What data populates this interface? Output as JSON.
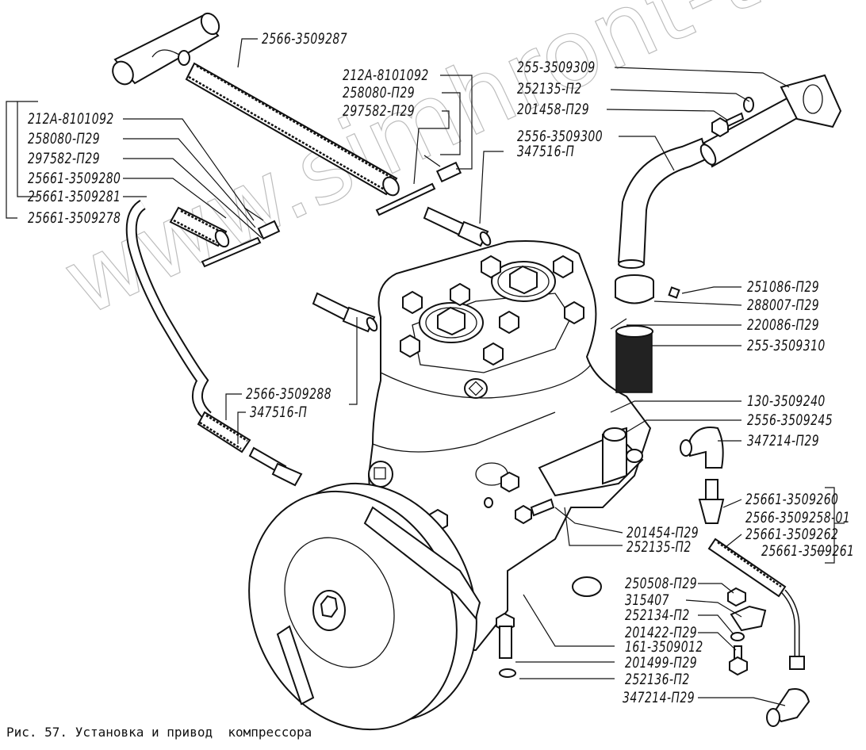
{
  "figure": {
    "caption": "Рис. 57. Установка и привод  компрессора",
    "watermark": "www.simhront-to.kz"
  },
  "labels": {
    "top_hose": "2566-3509287",
    "left_group": [
      "212А-8101092",
      "258080-П29",
      "297582-П29",
      "25661-3509280",
      "25661-3509281",
      "25661-3509278"
    ],
    "mid_group": [
      "212А-8101092",
      "258080-П29",
      "297582-П29"
    ],
    "fitting_top": "347516-П",
    "right_top": [
      "255-3509309",
      "252135-П2",
      "201458-П29",
      "2556-3509300"
    ],
    "clamp_group": [
      "251086-П29",
      "288007-П29",
      "220086-П29",
      "255-3509310"
    ],
    "right_mid": [
      "130-3509240",
      "2556-3509245",
      "347214-П29"
    ],
    "left_mid": [
      "2566-3509288",
      "347516-П"
    ],
    "right_pipe": [
      "25661-3509260",
      "2566-3509258-01",
      "25661-3509262",
      "25661-3509261"
    ],
    "bolt_group": [
      "201454-П29",
      "252135-П2"
    ],
    "bottom_right": [
      "250508-П29",
      "315407",
      "252134-П2",
      "201422-П29",
      "161-3509012",
      "201499-П29",
      "252136-П2",
      "347214-П29"
    ]
  }
}
